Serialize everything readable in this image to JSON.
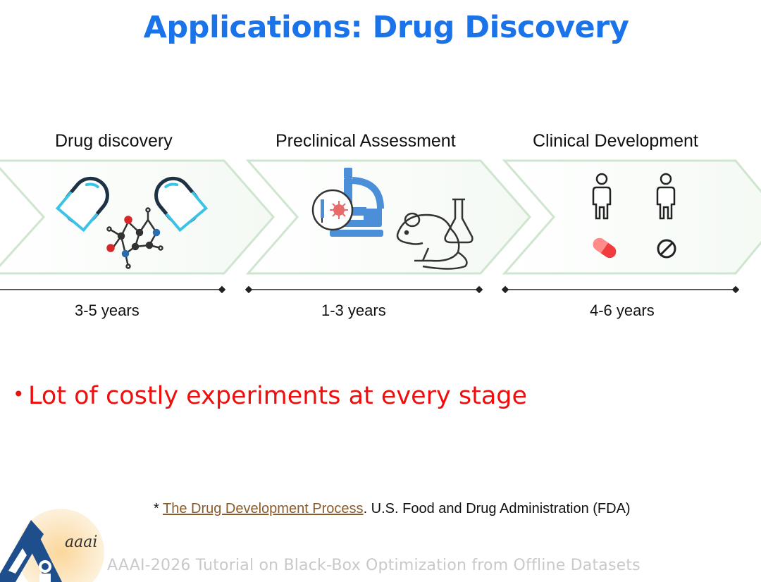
{
  "slide": {
    "title": "Applications: Drug Discovery"
  },
  "stages": [
    {
      "label": "Drug discovery",
      "duration": "3-5 years"
    },
    {
      "label": "Preclinical Assessment",
      "duration": "1-3 years"
    },
    {
      "label": "Clinical Development",
      "duration": "4-6 years"
    }
  ],
  "icons": {
    "stage1": [
      "capsule-icon",
      "molecule-icon"
    ],
    "stage2": [
      "microscope-icon",
      "virus-icon",
      "mouse-icon",
      "flask-icon"
    ],
    "stage3": [
      "person-icon",
      "pill-icon",
      "placebo-icon"
    ]
  },
  "bullets": [
    "Lot of costly experiments at every stage"
  ],
  "footnote": {
    "prefix": "* ",
    "link_text": "The Drug Development Process",
    "suffix": ". U.S. Food and Drug Administration (FDA)"
  },
  "footer": {
    "logo_text": "aaai",
    "tutorial": "AAAI-2026 Tutorial on Black-Box Optimization from Offline Datasets"
  },
  "colors": {
    "title": "#1a73e8",
    "bullet": "#f20d0d",
    "chevron_border": "#cfe5cf",
    "link": "#8b5a2b"
  }
}
